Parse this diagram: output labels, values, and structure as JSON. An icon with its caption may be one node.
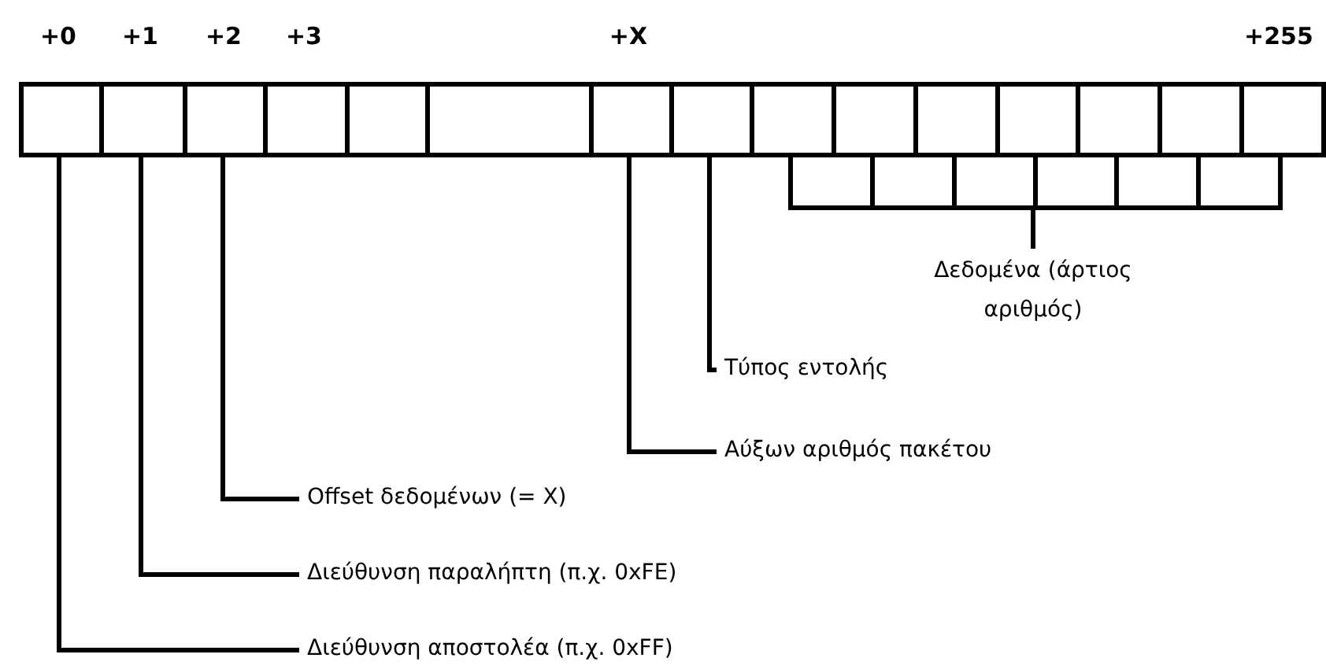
{
  "diagram": {
    "nodes": [
      {
        "text": [],
        "shape": "box"
      },
      {
        "text": [],
        "shape": "box"
      },
      {
        "text": [],
        "shape": "box"
      },
      {
        "text": [],
        "shape": "box"
      },
      {
        "text": [],
        "shape": "box"
      },
      {
        "text": [],
        "shape": "box"
      },
      {
        "text": [],
        "shape": "box"
      },
      {
        "text": [],
        "shape": "box"
      },
      {
        "text": [],
        "shape": "box"
      },
      {
        "text": [],
        "shape": "box"
      },
      {
        "text": [],
        "shape": "box"
      },
      {
        "text": [],
        "shape": "box"
      },
      {
        "text": [],
        "shape": "box"
      },
      {
        "text": [],
        "shape": "box"
      },
      {
        "text": [],
        "shape": "box"
      },
      {
        "text": [
          "Δεδομένα (άρτιος αριθμός)"
        ]
      },
      {
        "text": [
          "Τύπος εντολής"
        ]
      },
      {
        "text": [
          "Αύξων αριθμός πακέτου"
        ]
      },
      {
        "text": [
          "Offset δεδομένων (= X)"
        ]
      },
      {
        "text": [
          "Διεύθυνση παραλήπτη (π.χ. 0xFE)"
        ]
      },
      {
        "text": [
          "Διεύθυνση αποστολέα (π.χ. 0xFF)"
        ]
      }
    ],
    "edges": [
      {
        "from": 15,
        "to": 8,
        "arrow": "none"
      },
      {
        "from": 15,
        "to": 9,
        "arrow": "none"
      },
      {
        "from": 15,
        "to": 10,
        "arrow": "none"
      },
      {
        "from": 15,
        "to": 11,
        "arrow": "none"
      },
      {
        "from": 15,
        "to": 12,
        "arrow": "none"
      },
      {
        "from": 15,
        "to": 13,
        "arrow": "none"
      },
      {
        "from": 15,
        "to": 14,
        "arrow": "none"
      },
      {
        "from": 16,
        "to": 7,
        "arrow": "none"
      },
      {
        "from": 17,
        "to": 6,
        "arrow": "none"
      },
      {
        "from": 18,
        "to": 2,
        "arrow": "none"
      },
      {
        "from": 19,
        "to": 1,
        "arrow": "none"
      },
      {
        "from": 20,
        "to": 0,
        "arrow": "none"
      }
    ],
    "labels": [
      "+0",
      "+1",
      "+2",
      "+3",
      "+X",
      "+255"
    ]
  }
}
